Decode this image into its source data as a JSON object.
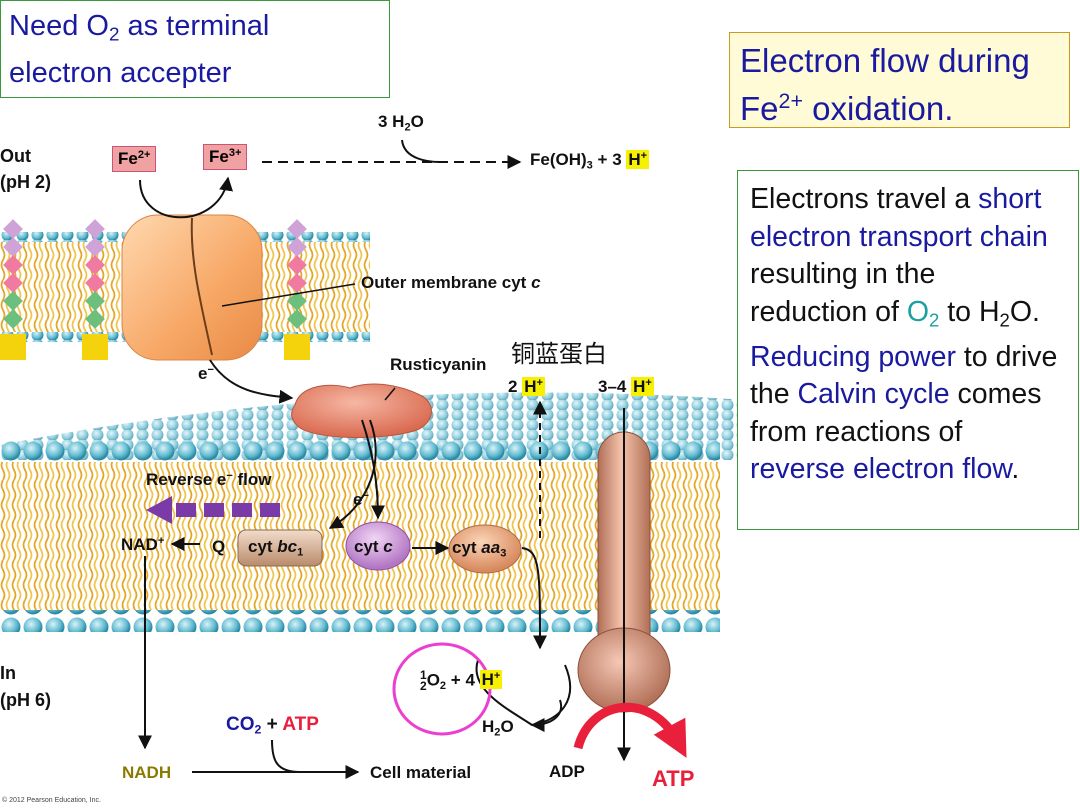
{
  "need_box": {
    "line1_pre": "Need O",
    "line1_sub": "2",
    "line1_post": " as terminal",
    "line2": "electron accepter"
  },
  "title_box": {
    "line1": "Electron flow during",
    "line2_pre": "Fe",
    "line2_sup": "2+",
    "line2_post": " oxidation."
  },
  "desc_box": {
    "l1_pre": "Electrons travel a ",
    "l1_hl": "short",
    "l2": "electron transport chain",
    "l3": "resulting in the",
    "l4_pre": "reduction of ",
    "l4_o": "O",
    "l4_o_sub": "2",
    "l4_mid": " to H",
    "l4_h_sub": "2",
    "l4_post": "O.",
    "l5_hl": "Reducing power",
    "l5_post": " to drive",
    "l6_pre": "the ",
    "l6_hl": "Calvin cycle",
    "l6_post": " comes",
    "l7": "from reactions of",
    "l8_hl": "reverse electron flow",
    "l8_post": "."
  },
  "labels": {
    "out": "Out",
    "out_ph": "(pH 2)",
    "in": "In",
    "in_ph": "(pH 6)",
    "fe2_base": "Fe",
    "fe2_sup": "2+",
    "fe3_base": "Fe",
    "fe3_sup": "3+",
    "water_top": "3 H",
    "water_top_sub": "2",
    "water_top_o": "O",
    "feoh_pre": "Fe(OH)",
    "feoh_sub": "3",
    "feoh_mid": " + 3 ",
    "feoh_h": "H",
    "feoh_h_sup": "+",
    "outer_cyt_pre": "Outer membrane cyt ",
    "outer_cyt_c": "c",
    "e_minus": "e",
    "e_minus_sup": "−",
    "rusticyanin": "Rusticyanin",
    "chinese": "铜蓝蛋白",
    "h2_pre": "2 ",
    "h2": "H",
    "h2_sup": "+",
    "h34_pre": "3–4 ",
    "h34": "H",
    "h34_sup": "+",
    "reverse_pre": "Reverse e",
    "reverse_sup": "−",
    "reverse_post": " flow",
    "nad": "NAD",
    "nad_sup": "+",
    "q": "Q",
    "cytbc1_pre": "cyt ",
    "cytbc1_it": "bc",
    "cytbc1_sub": "1",
    "cytc_pre": "cyt ",
    "cytc_it": "c",
    "cytaa3_pre": "cyt ",
    "cytaa3_it": "aa",
    "cytaa3_sub": "3",
    "half": "1",
    "half_den": "2",
    "o2": "O",
    "o2_sub": "2",
    "plus4": " + 4 ",
    "h4": "H",
    "h4_sup": "+",
    "h2o_bottom": "H",
    "h2o_bottom_sub": "2",
    "h2o_bottom_o": "O",
    "co2": "CO",
    "co2_sub": "2",
    "plus": " + ",
    "atp": "ATP",
    "nadh": "NADH",
    "cell_material": "Cell material",
    "adp": "ADP",
    "atp_out": "ATP",
    "copyright": "© 2012 Pearson Education, Inc."
  },
  "colors": {
    "accent_blue": "#1a1aa0",
    "teal": "#1aa0a0",
    "atp_red": "#e8203c",
    "highlight_yellow": "#f7f000",
    "circle_magenta": "#ec3fd0"
  }
}
